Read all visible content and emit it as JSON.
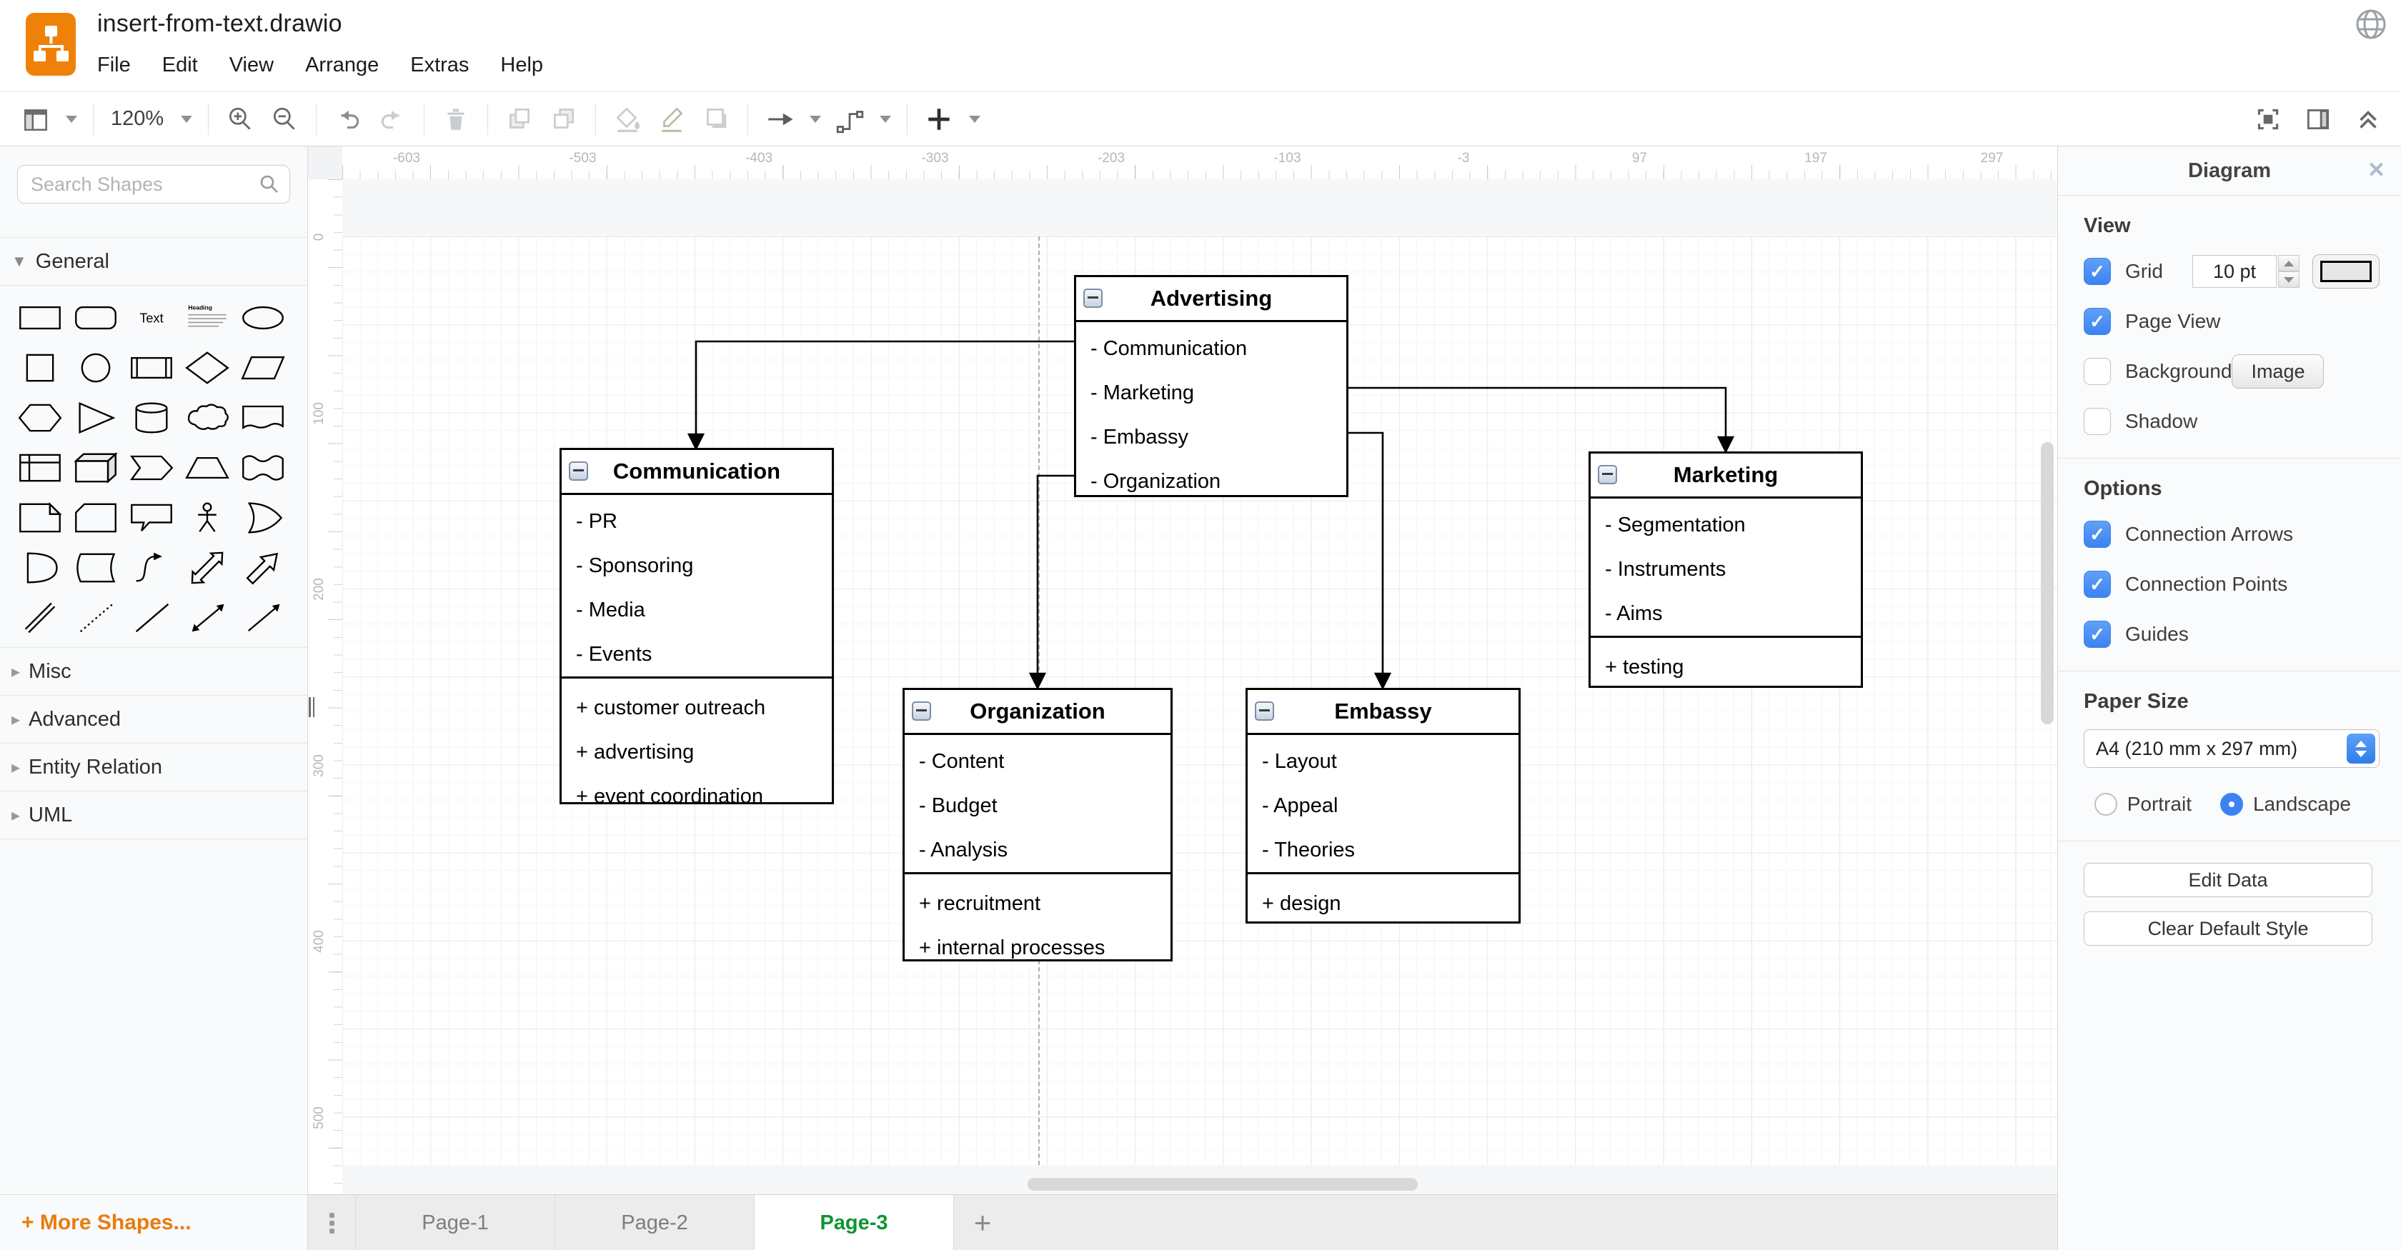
{
  "titlebar": {
    "title": "insert-from-text.drawio",
    "menus": [
      "File",
      "Edit",
      "View",
      "Arrange",
      "Extras",
      "Help"
    ]
  },
  "toolbar": {
    "zoom_level": "120%",
    "icons": [
      "view-mode",
      "zoom-in",
      "zoom-out",
      "undo",
      "redo",
      "delete",
      "to-front",
      "to-back",
      "fill-color",
      "line-color",
      "shadow",
      "connection",
      "waypoints",
      "insert",
      "fullscreen",
      "format-panel",
      "collapse-toolbar",
      "language-globe"
    ]
  },
  "sidebar": {
    "search_placeholder": "Search Shapes",
    "sections": [
      {
        "label": "General",
        "expanded": true
      },
      {
        "label": "Misc",
        "expanded": false
      },
      {
        "label": "Advanced",
        "expanded": false
      },
      {
        "label": "Entity Relation",
        "expanded": false
      },
      {
        "label": "UML",
        "expanded": false
      }
    ],
    "text_shape_label": "Text",
    "heading_shape_label": "Heading",
    "palette_shapes": [
      "rectangle",
      "rounded-rectangle",
      "text",
      "textbox",
      "ellipse",
      "square",
      "circle",
      "process",
      "diamond",
      "parallelogram",
      "hexagon",
      "triangle",
      "cylinder",
      "cloud",
      "document",
      "internal-storage",
      "cube",
      "step",
      "trapezoid",
      "tape",
      "note",
      "card",
      "callout",
      "actor",
      "or",
      "and",
      "data-storage",
      "curve",
      "bidirectional-arrow",
      "arrow",
      "link",
      "dotted-line",
      "line",
      "bidirectional-connector",
      "directional-connector"
    ],
    "more_shapes_label": "+ More Shapes..."
  },
  "canvas": {
    "h_ruler_labels": [
      "-603",
      "-503",
      "-403",
      "-303",
      "-203",
      "-103",
      "-3",
      "97",
      "197",
      "297"
    ],
    "v_ruler_labels": [
      "0",
      "100",
      "200",
      "300",
      "400",
      "500"
    ],
    "classes": [
      {
        "name": "Advertising",
        "attributes": [
          "- Communication",
          "- Marketing",
          "- Embassy",
          "- Organization"
        ],
        "methods": []
      },
      {
        "name": "Communication",
        "attributes": [
          "- PR",
          "- Sponsoring",
          "- Media",
          "- Events"
        ],
        "methods": [
          "+ customer outreach",
          "+ advertising",
          "+ event coordination"
        ]
      },
      {
        "name": "Organization",
        "attributes": [
          "- Content",
          "- Budget",
          "- Analysis"
        ],
        "methods": [
          "+ recruitment",
          "+ internal processes"
        ]
      },
      {
        "name": "Embassy",
        "attributes": [
          "- Layout",
          "- Appeal",
          "- Theories"
        ],
        "methods": [
          "+ design"
        ]
      },
      {
        "name": "Marketing",
        "attributes": [
          "- Segmentation",
          "- Instruments",
          "- Aims"
        ],
        "methods": [
          "+ testing"
        ]
      }
    ],
    "connections": [
      {
        "from": "Advertising",
        "to": "Communication"
      },
      {
        "from": "Advertising",
        "to": "Organization"
      },
      {
        "from": "Advertising",
        "to": "Marketing"
      },
      {
        "from": "Advertising",
        "to": "Embassy"
      }
    ]
  },
  "tabs": {
    "pages": [
      "Page-1",
      "Page-2",
      "Page-3"
    ],
    "active": "Page-3",
    "add_label": "+"
  },
  "panel": {
    "title": "Diagram",
    "view": {
      "heading": "View",
      "grid_label": "Grid",
      "grid_checked": true,
      "grid_size": "10 pt",
      "page_view_label": "Page View",
      "page_view_checked": true,
      "background_label": "Background",
      "background_checked": false,
      "image_button": "Image",
      "shadow_label": "Shadow",
      "shadow_checked": false
    },
    "options": {
      "heading": "Options",
      "items": [
        {
          "label": "Connection Arrows",
          "checked": true
        },
        {
          "label": "Connection Points",
          "checked": true
        },
        {
          "label": "Guides",
          "checked": true
        }
      ]
    },
    "paper": {
      "heading": "Paper Size",
      "value": "A4 (210 mm x 297 mm)",
      "orientations": [
        {
          "label": "Portrait",
          "selected": false
        },
        {
          "label": "Landscape",
          "selected": true
        }
      ]
    },
    "buttons": [
      "Edit Data",
      "Clear Default Style"
    ]
  },
  "colors": {
    "accent_blue": "#3c83f1",
    "brand_orange": "#ef8108",
    "active_tab_green": "#0e9432",
    "box_stroke": "#000000"
  }
}
